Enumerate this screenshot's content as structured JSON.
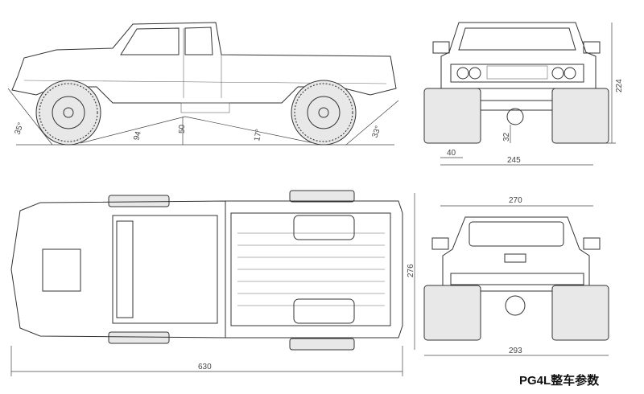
{
  "title": "PG4L整车参数",
  "side_view": {
    "approach_angle": "35°",
    "breakover_label": "94",
    "ground_clearance": "50",
    "breakover_angle": "17°",
    "departure_angle": "33°"
  },
  "front_view": {
    "height": "224",
    "axle_clearance": "32",
    "tire_width": "40",
    "track_width": "245"
  },
  "top_view": {
    "length": "630",
    "width": "276"
  },
  "rear_view": {
    "body_width": "270",
    "overall_width": "293"
  }
}
